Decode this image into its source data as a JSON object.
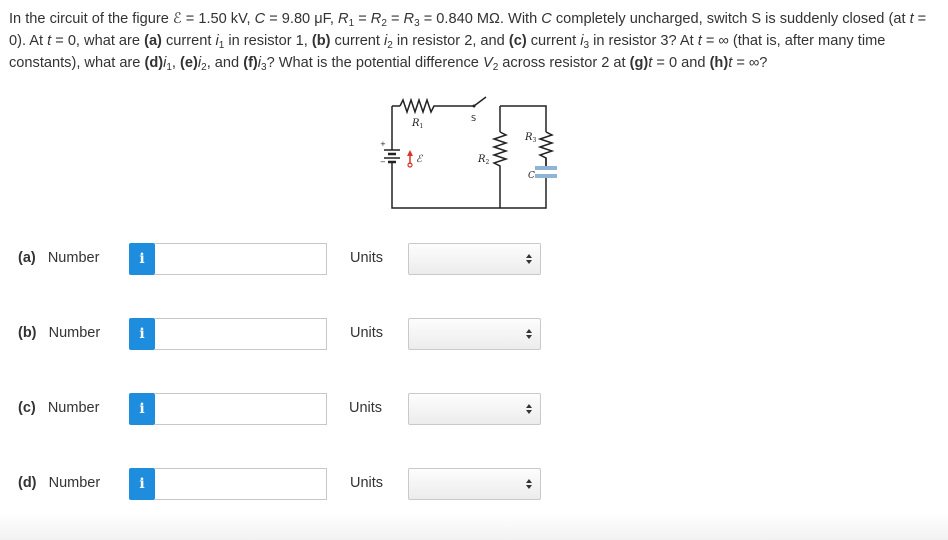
{
  "question": {
    "t1": "In the circuit of the figure ",
    "emf_symbol": "ℰ",
    "t2": " = 1.50 kV, ",
    "c_symbol": "C",
    "t3": " = 9.80 μF, ",
    "r_symbol": "R",
    "s1": "1",
    "t4": " = ",
    "s2": "2",
    "t5": " = ",
    "s3": "3",
    "t6": " = 0.840 MΩ. With ",
    "t7": " completely uncharged, switch S is suddenly closed (at ",
    "t_symbol": "t",
    "t8": " = 0). At ",
    "t9": " = 0, what are ",
    "a": "(a)",
    "t10": " current ",
    "i_symbol": "i",
    "t11": " in resistor 1, ",
    "b": "(b)",
    "t12": " in resistor 2, and ",
    "c": "(c)",
    "t13": " in resistor 3? At ",
    "t14": " = ∞ (that is, after many time constants), what are ",
    "d": "(d)",
    "t15": ", ",
    "e": "(e)",
    "t16": ", and ",
    "f": "(f)",
    "t17": "? What is the potential difference ",
    "v_symbol": "V",
    "t18": " across resistor 2 at ",
    "g": "(g)",
    "t19": " = 0 and ",
    "h": "(h)",
    "t20": " = ∞?"
  },
  "figure": {
    "r1": "R",
    "r1_sub": "1",
    "r2": "R",
    "r2_sub": "2",
    "r3": "R",
    "r3_sub": "3",
    "switch": "S",
    "emf": "ℰ",
    "cap": "C",
    "plus": "+",
    "minus": "−"
  },
  "rows": [
    {
      "part": "(a)",
      "label": "Number",
      "info": "i",
      "units": "Units",
      "value": ""
    },
    {
      "part": "(b)",
      "label": "Number",
      "info": "i",
      "units": "Units",
      "value": ""
    },
    {
      "part": "(c)",
      "label": "Number",
      "info": "i",
      "units": "Units",
      "value": ""
    },
    {
      "part": "(d)",
      "label": "Number",
      "info": "i",
      "units": "Units",
      "value": ""
    }
  ],
  "colors": {
    "info_button": "#1f8dde",
    "capacitor": "#8fb4d6",
    "emf_arrow": "#d9342b"
  }
}
